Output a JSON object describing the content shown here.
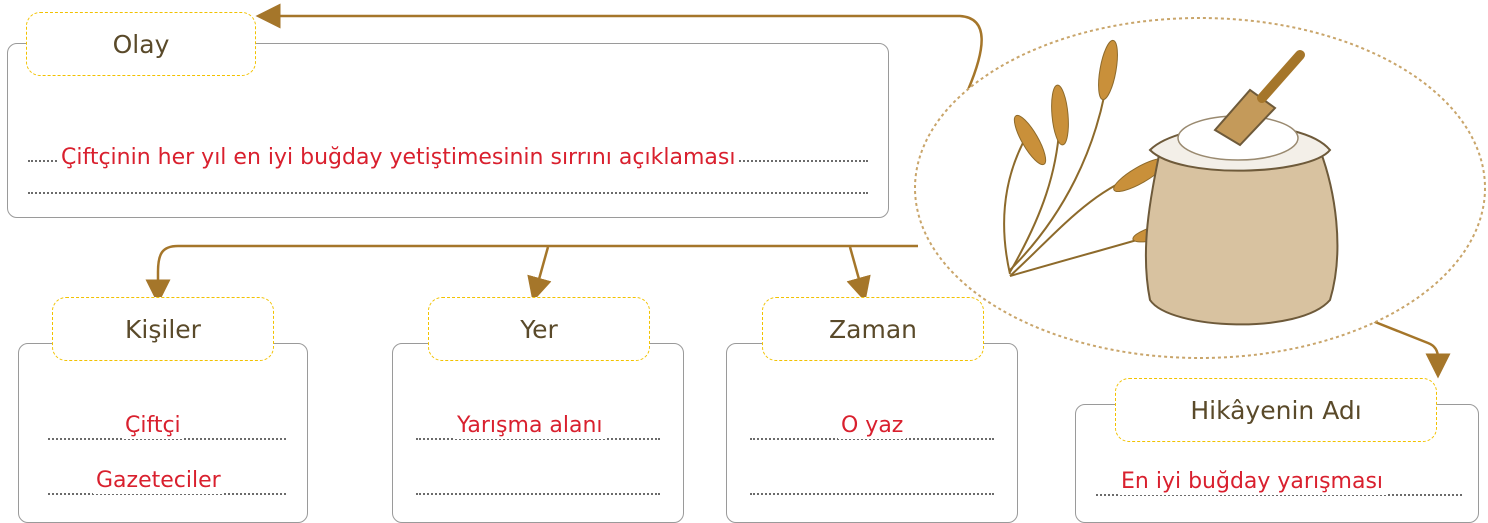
{
  "olay": {
    "label": "Olay",
    "answer": "Çiftçinin her yıl en iyi buğday yetiştimesinin sırrını açıklaması"
  },
  "kisiler": {
    "label": "Kişiler",
    "answers": [
      "Çiftçi",
      "Gazeteciler"
    ]
  },
  "yer": {
    "label": "Yer",
    "answer": "Yarışma alanı"
  },
  "zaman": {
    "label": "Zaman",
    "answer": "O yaz"
  },
  "hikaye_adi": {
    "label": "Hikâyenin Adı",
    "answer": "En iyi buğday yarışması"
  },
  "colors": {
    "answer": "#d9202e",
    "arrow": "#a5762a",
    "label_border": "#f2c200",
    "box_border": "#9a9a9a"
  },
  "illustration": {
    "icon": "wheat-and-flour-sack-icon"
  }
}
